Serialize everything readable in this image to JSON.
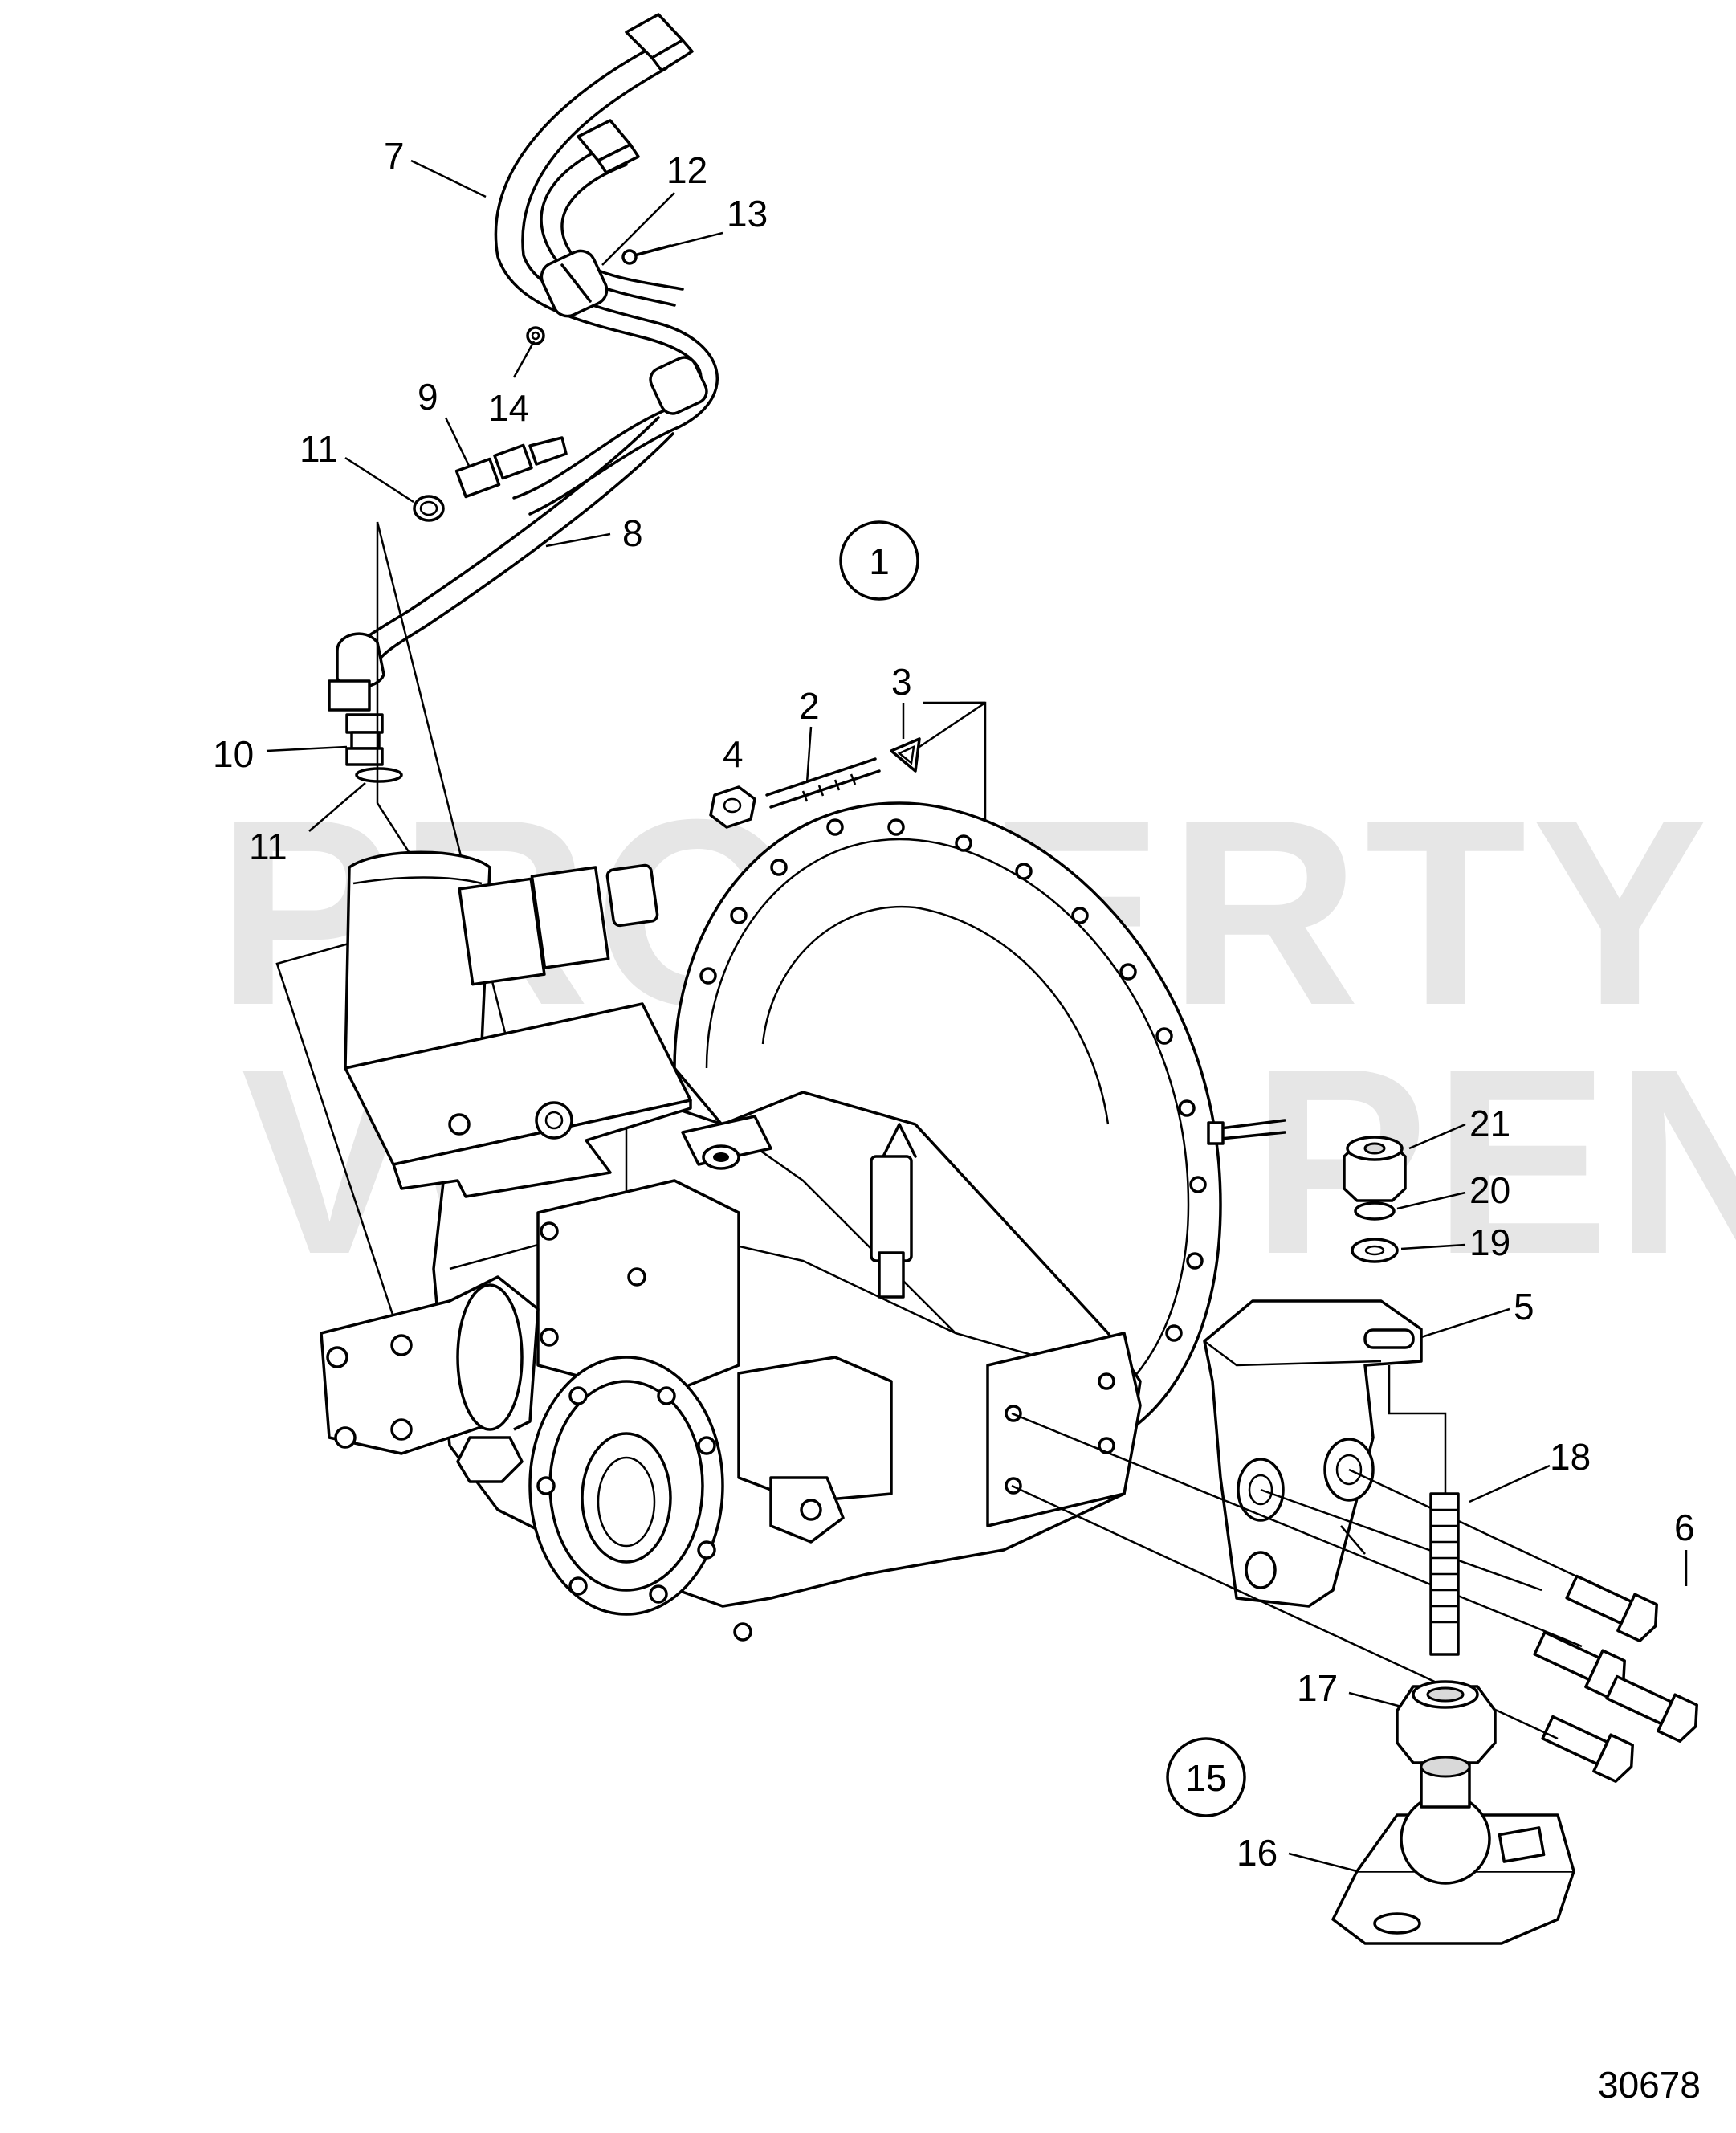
{
  "watermark": {
    "line1": "PROPERTY OF",
    "line2": "VOLVO PENTA"
  },
  "callouts": {
    "c1": "1",
    "c2": "2",
    "c3": "3",
    "c4": "4",
    "c5": "5",
    "c6": "6",
    "c7": "7",
    "c8": "8",
    "c9": "9",
    "c10": "10",
    "c11a": "11",
    "c11b": "11",
    "c12": "12",
    "c13": "13",
    "c14": "14",
    "c15": "15",
    "c16": "16",
    "c17": "17",
    "c18": "18",
    "c19": "19",
    "c20": "20",
    "c21": "21"
  },
  "reference_number": "30678"
}
